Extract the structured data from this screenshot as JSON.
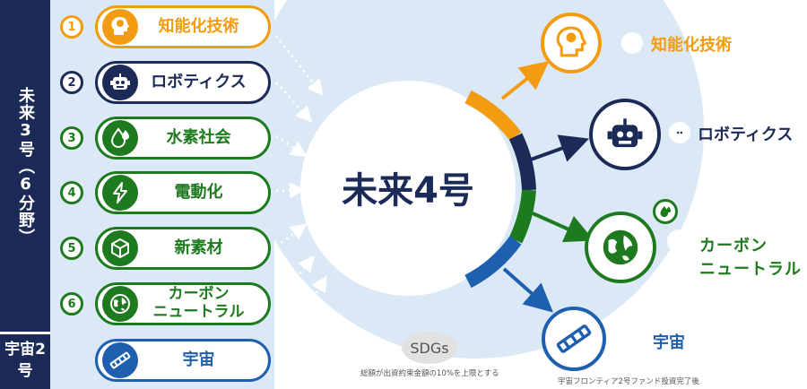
{
  "left_labels": {
    "mirai3": "未来3号（6分野）",
    "uchu2": "宇宙2号"
  },
  "center": {
    "title": "未来4号"
  },
  "pills": [
    {
      "num": "1",
      "label": "知能化技術",
      "icon": "brain-head-icon"
    },
    {
      "num": "2",
      "label": "ロボティクス",
      "icon": "robot-icon"
    },
    {
      "num": "3",
      "label": "水素社会",
      "icon": "water-drop-icon"
    },
    {
      "num": "4",
      "label": "電動化",
      "icon": "lightning-icon"
    },
    {
      "num": "5",
      "label": "新素材",
      "icon": "cube-icon"
    },
    {
      "num": "6",
      "label": "カーボン\nニュートラル",
      "icon": "globe-icon"
    },
    {
      "num": "",
      "label": "宇宙",
      "icon": "satellite-icon"
    }
  ],
  "sdgs": {
    "label": "SDGs",
    "note": "総額が出資約束金額の10%を上限とする"
  },
  "right": {
    "intelligence": "知能化技術",
    "robotics": "ロボティクス",
    "carbon": "カーボン\nニュートラル",
    "space": "宇宙",
    "space_note": "宇宙フロンティア2号ファンド投資完了後"
  },
  "colors": {
    "orange": "#f39c12",
    "navy": "#1b2a56",
    "green": "#1e7a1e",
    "blue": "#1f5fb0",
    "panel": "#dbe9f7"
  }
}
